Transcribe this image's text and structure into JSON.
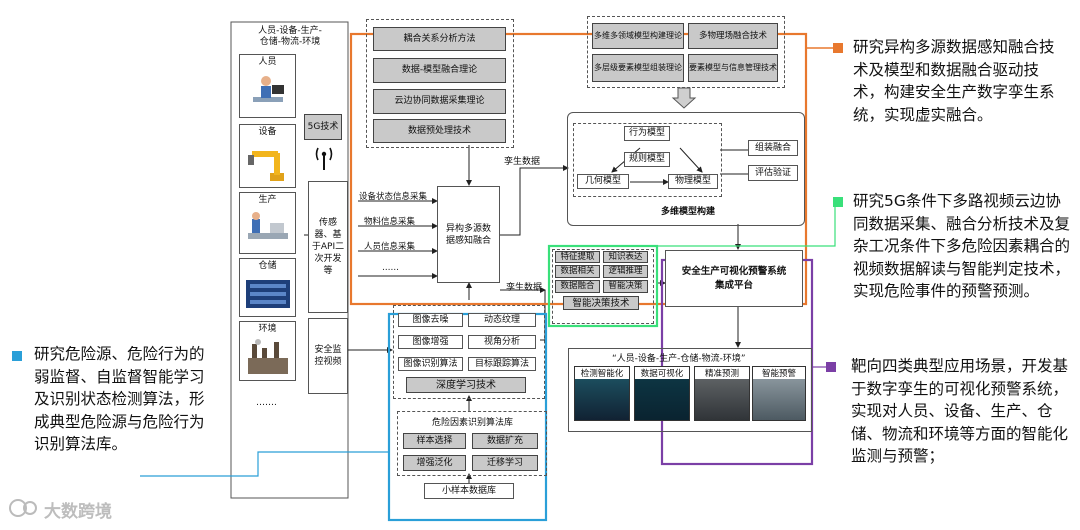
{
  "colors": {
    "orange": "#e8782e",
    "green": "#39e07a",
    "blue": "#2a9fd8",
    "purple": "#7b3fa6",
    "grey_box": "#c9c9c9"
  },
  "left_column": {
    "header": "人员-设备-生产-\n仓储-物流-环境",
    "items": [
      {
        "label": "人员"
      },
      {
        "label": "设备"
      },
      {
        "label": "生产"
      },
      {
        "label": "仓储"
      },
      {
        "label": "环境"
      }
    ],
    "ellipsis": "……."
  },
  "tech_5g": "5G技术",
  "sensor_box": "传感器、基于API二次开发等",
  "safety_video": "安全监控视频",
  "collect_labels": {
    "device": "设备状态信息采集",
    "material": "物料信息采集",
    "person": "人员信息采集",
    "ellipsis": "……"
  },
  "theory_boxes": [
    "耦合关系分析方法",
    "数据-模型融合理论",
    "云边协同数据采集理论",
    "数据预处理技术"
  ],
  "fusion_box": "异构多源数据感知融合",
  "twin_data_label_1": "孪生数据",
  "twin_data_label_2": "孪生数据",
  "model_theory_boxes": [
    "多维多领域模型构建理论",
    "多物理场融合技术",
    "多层级要素模型组装理论",
    "要素模型与信息管理技术"
  ],
  "model_build": {
    "behavior": "行为模型",
    "rule": "规则模型",
    "geometry": "几何模型",
    "physical": "物理模型",
    "assembly": "组装融合",
    "evaluate": "评估验证",
    "title": "多维模型构建"
  },
  "smart_tech": {
    "cells": [
      "特征提取",
      "知识表达",
      "数据相关",
      "逻辑推理",
      "数据融合",
      "智能决策"
    ],
    "title": "智能决策技术"
  },
  "platform": "安全生产可视化预警系统集成平台",
  "scenarios": {
    "title": "“人员-设备-生产-仓储-物流-环境”",
    "items": [
      "检测智能化",
      "数据可视化",
      "精准预测",
      "智能预警"
    ]
  },
  "deep_learning": {
    "cells": [
      "图像去噪",
      "动态纹理",
      "图像增强",
      "视角分析",
      "图像识别算法",
      "目标跟踪算法"
    ],
    "title": "深度学习技术"
  },
  "algo_lib": {
    "title": "危险因素识别算法库",
    "cells": [
      "样本选择",
      "数据扩充",
      "增强泛化",
      "迁移学习"
    ]
  },
  "small_sample": "小样本数据库",
  "notes": {
    "orange": "研究异构多源数据感知融合技术及模型和数据融合驱动技术，构建安全生产数字孪生系统，实现虚实融合。",
    "green": "研究5G条件下多路视频云边协同数据采集、融合分析技术及复杂工况条件下多危险因素耦合的视频数据解读与智能判定技术，实现危险事件的预警预测。",
    "blue": "研究危险源、危险行为的弱监督、自监督智能学习及识别状态检测算法，形成典型危险源与危险行为识别算法库。",
    "purple": "靶向四类典型应用场景，开发基于数字孪生的可视化预警系统，实现对人员、设备、生产、仓储、物流和环境等方面的智能化监测与预警；"
  },
  "watermark": "大数跨境"
}
